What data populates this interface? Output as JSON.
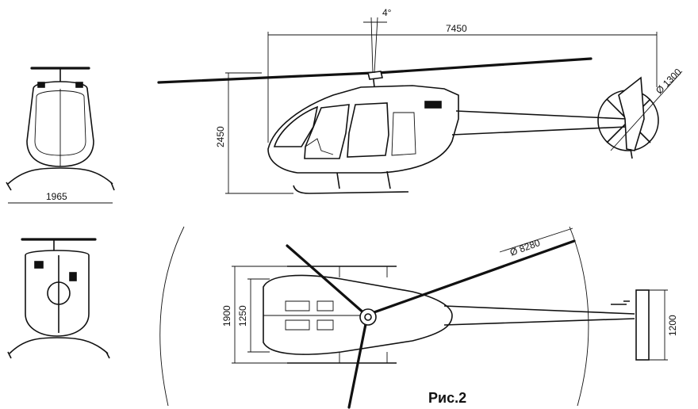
{
  "dimensions": {
    "rotor_tilt": "4°",
    "length": "7450",
    "tail_rotor_diameter": "Ø 1300",
    "height": "2450",
    "skid_width": "1965",
    "main_rotor_diameter": "Ø 8280",
    "skid_gauge": "1900",
    "cabin_width": "1250",
    "stabilizer_span": "1200"
  },
  "caption": "Рис.2"
}
